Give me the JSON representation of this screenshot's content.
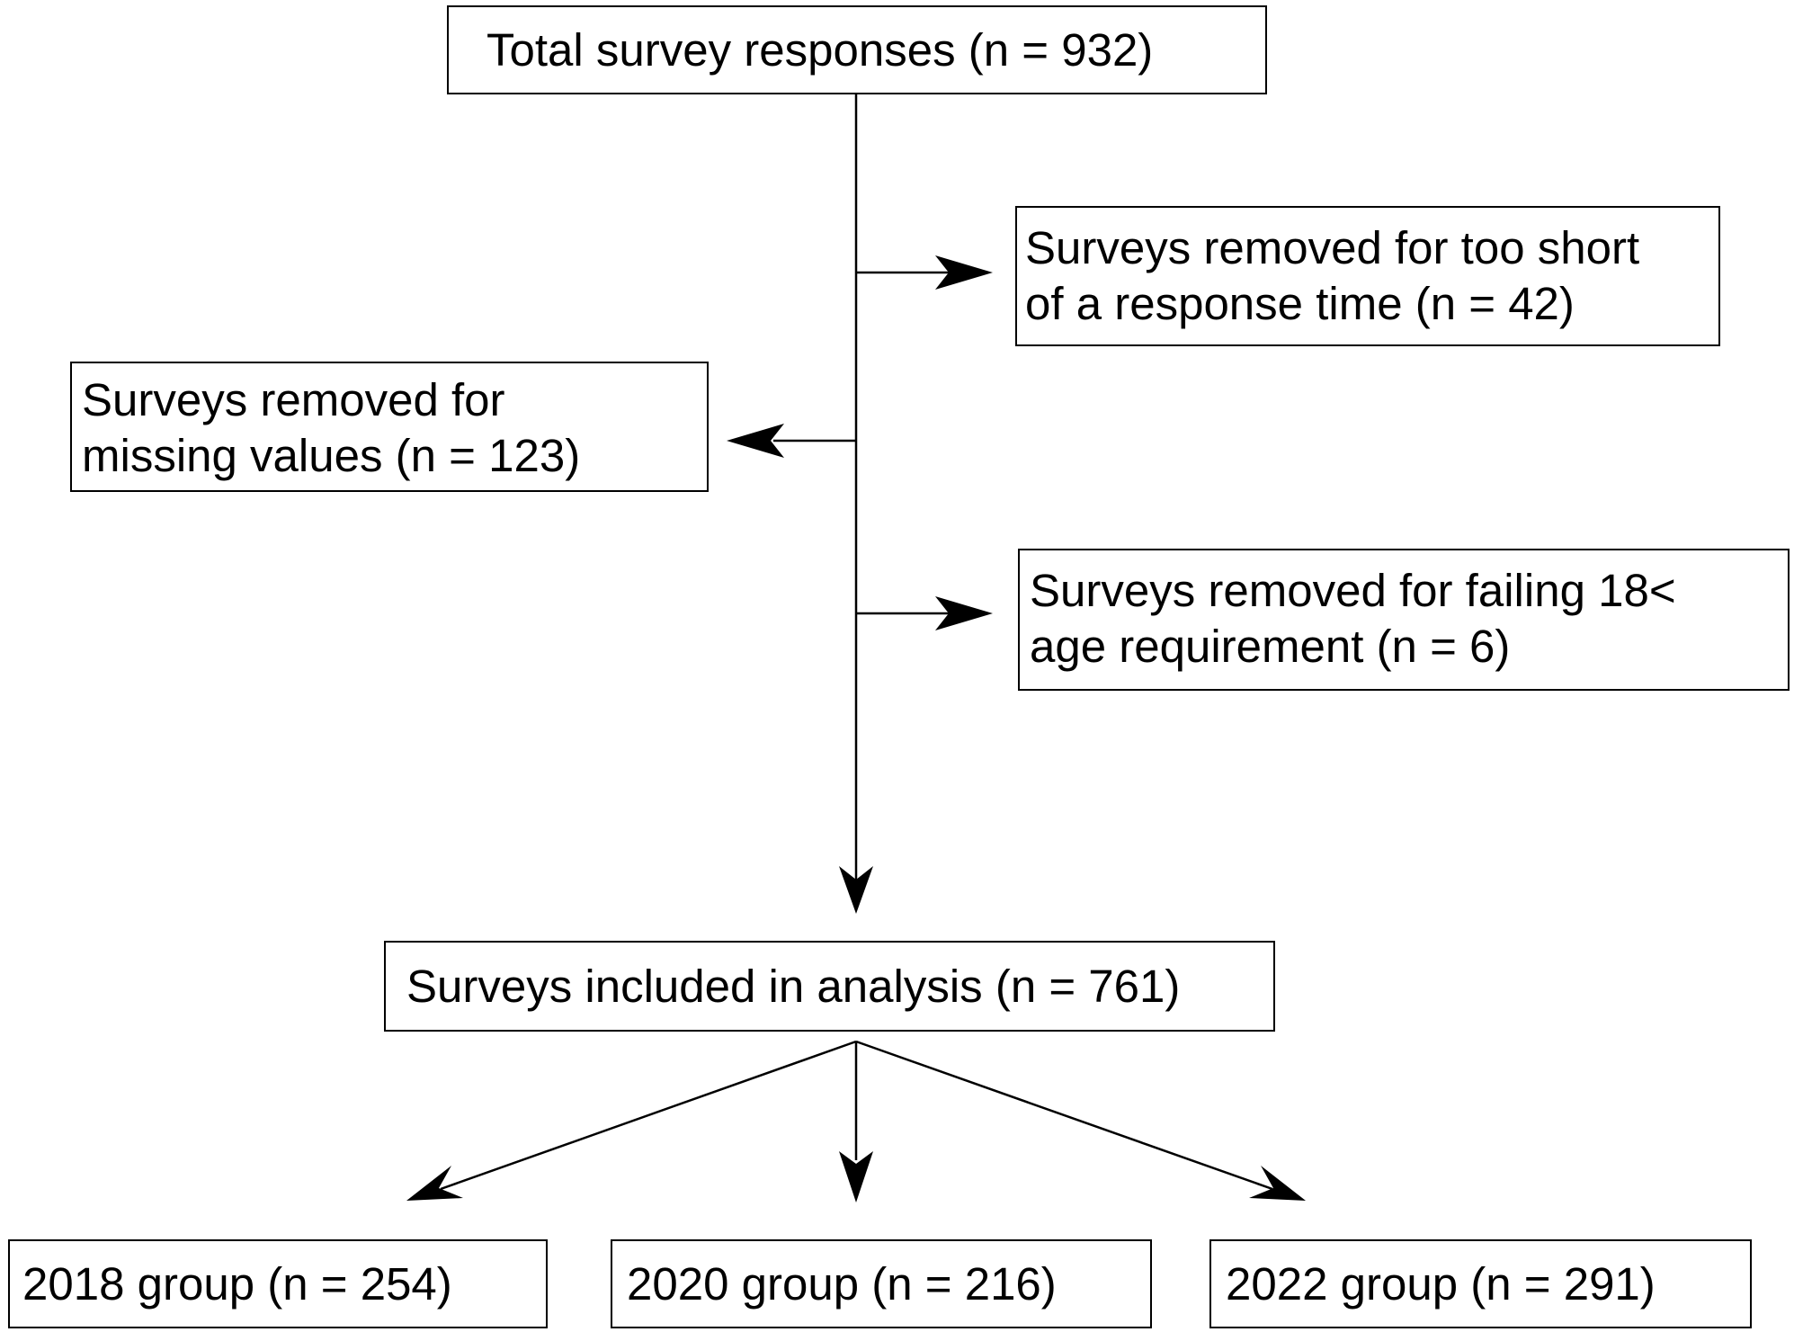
{
  "nodes": {
    "total": {
      "lines": [
        "Total survey responses (n = 932)"
      ],
      "n": 932
    },
    "short_response": {
      "lines": [
        "Surveys removed for too short",
        "of a response time (n = 42)"
      ],
      "n": 42
    },
    "missing_values": {
      "lines": [
        "Surveys removed for",
        "missing values (n = 123)"
      ],
      "n": 123
    },
    "age_requirement": {
      "lines": [
        "Surveys removed for failing 18<",
        "age requirement (n = 6)"
      ],
      "n": 6
    },
    "included": {
      "lines": [
        "Surveys included in analysis (n = 761)"
      ],
      "n": 761
    },
    "group_2018": {
      "lines": [
        "2018 group (n = 254)"
      ],
      "n": 254
    },
    "group_2020": {
      "lines": [
        "2020 group (n = 216)"
      ],
      "n": 216
    },
    "group_2022": {
      "lines": [
        "2022 group (n = 291)"
      ],
      "n": 291
    }
  },
  "edges": [
    {
      "from": "total",
      "to": "included"
    },
    {
      "from": "total",
      "to": "short_response"
    },
    {
      "from": "total",
      "to": "missing_values"
    },
    {
      "from": "total",
      "to": "age_requirement"
    },
    {
      "from": "included",
      "to": "group_2018"
    },
    {
      "from": "included",
      "to": "group_2020"
    },
    {
      "from": "included",
      "to": "group_2022"
    }
  ],
  "colors": {
    "stroke": "#000000",
    "background": "#ffffff"
  }
}
